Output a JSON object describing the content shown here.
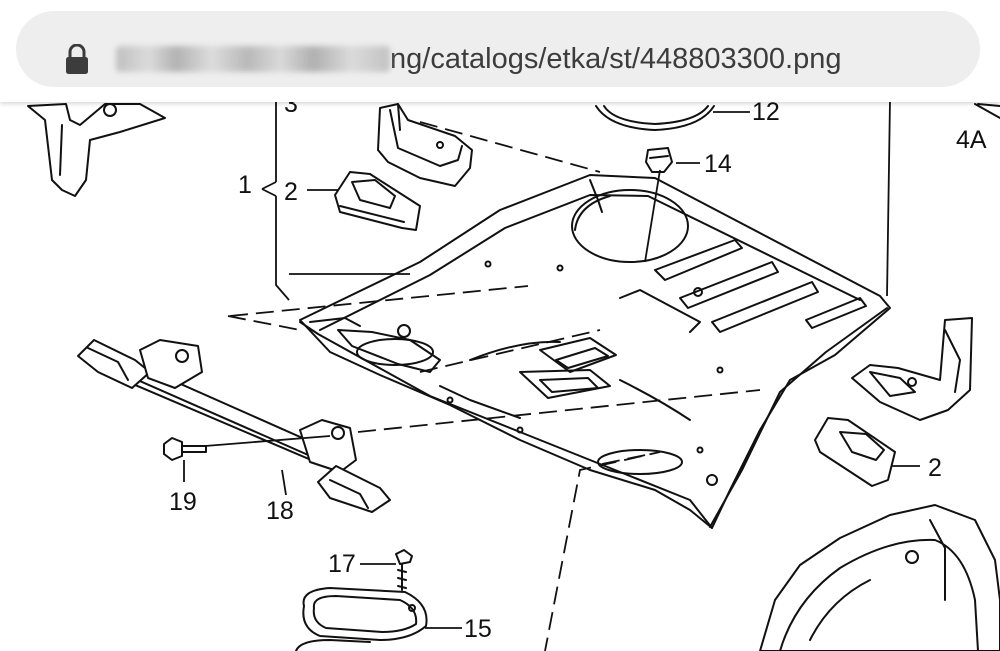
{
  "address_bar": {
    "url_visible_suffix": "ng/catalogs/etka/st/448803300.png"
  },
  "diagram": {
    "part_labels": [
      "1",
      "2",
      "3",
      "12",
      "14",
      "4A",
      "2",
      "19",
      "18",
      "17",
      "15"
    ]
  }
}
